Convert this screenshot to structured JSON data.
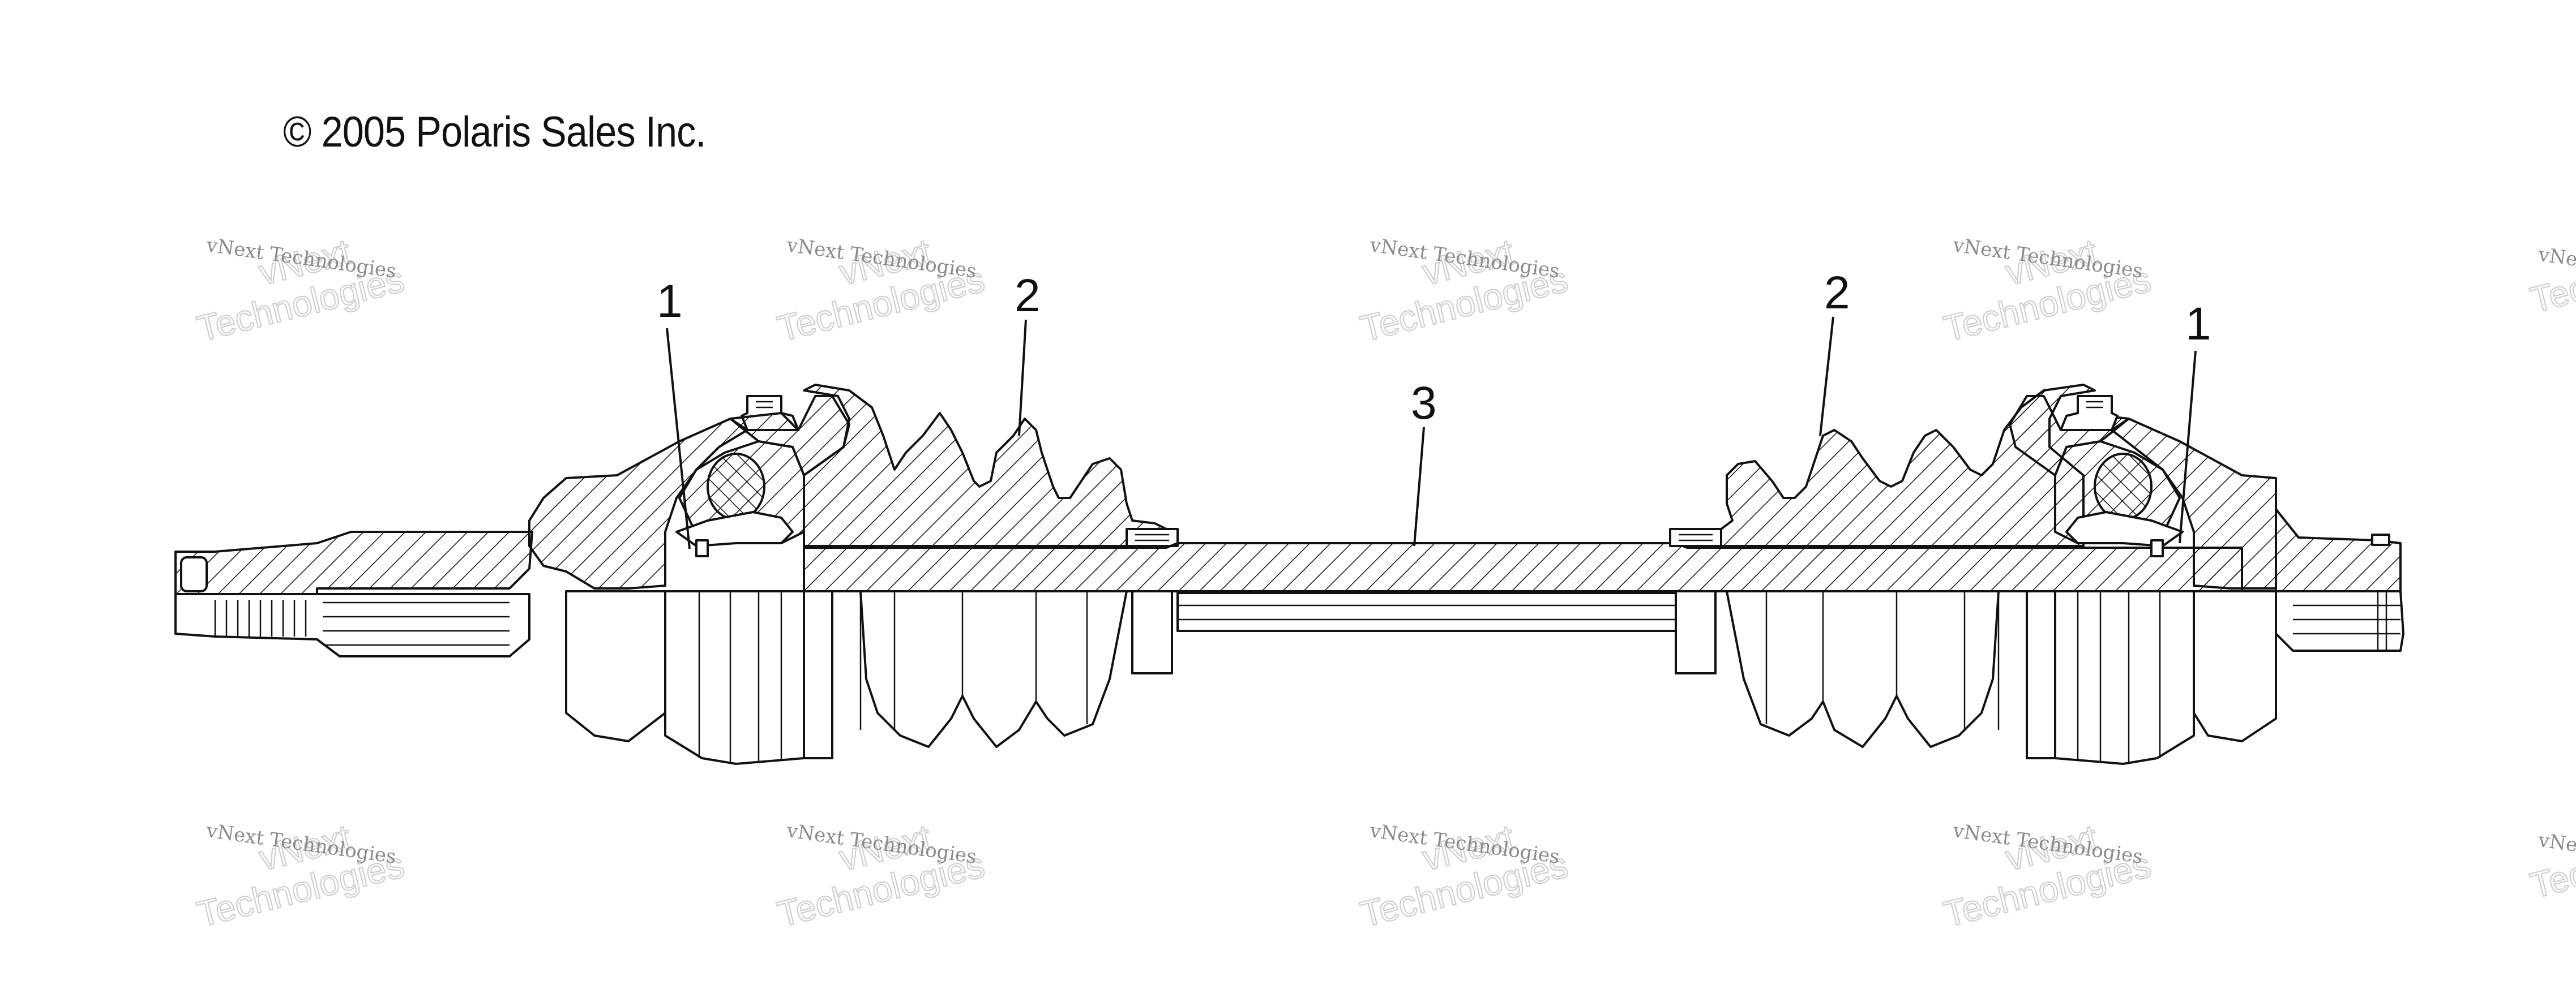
{
  "copyright": "© 2005 Polaris Sales Inc.",
  "watermark": {
    "line1": "vNext Technologies",
    "line2": "vNext",
    "line3": "Technologies"
  },
  "callouts": {
    "left_outer": "1",
    "left_boot": "2",
    "shaft": "3",
    "right_boot": "2",
    "right_outer": "1"
  }
}
